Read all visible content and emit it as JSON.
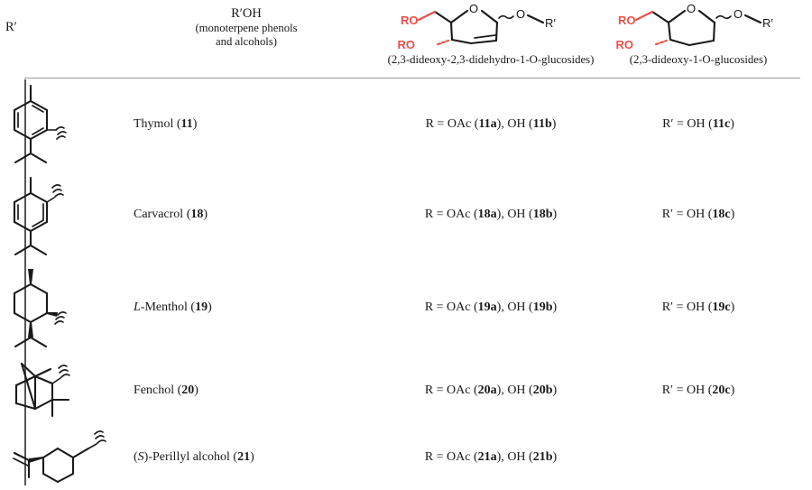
{
  "table": {
    "columns": [
      {
        "key": "r_prime",
        "label": "R′"
      },
      {
        "key": "roh",
        "title": "R′OH",
        "sub_line1": "(monoterpene phenols",
        "sub_line2": "and alcohols)"
      },
      {
        "key": "glycal",
        "caption": "(2,3-dideoxy-2,3-didehydro-1-O-glucosides)",
        "structure": "glycal-pyranose-with-double-bond"
      },
      {
        "key": "saturated",
        "caption": "(2,3-dideoxy-1-O-glucosides)",
        "structure": "saturated-pyranose"
      }
    ],
    "header_structure_labels": {
      "ro_upper": "RO",
      "ro_lower": "RO",
      "ring_oxygen": "O",
      "anomeric_oxygen": "O",
      "r_prime": "R′"
    },
    "rows": [
      {
        "structure": "thymol-skeleton",
        "name": "Thymol (11)",
        "name_plain": "Thymol",
        "name_number": "11",
        "col3": "R = OAc (11a), OH (11b)",
        "col4": "R′ = OH (11c)"
      },
      {
        "structure": "carvacrol-skeleton",
        "name": "Carvacrol (18)",
        "name_plain": "Carvacrol",
        "name_number": "18",
        "col3": "R = OAc (18a), OH (18b)",
        "col4": "R′ = OH (18c)"
      },
      {
        "structure": "l-menthol-skeleton",
        "name": "L-Menthol (19)",
        "name_plain": "L-Menthol",
        "name_number": "19",
        "col3": "R = OAc (19a), OH (19b)",
        "col4": "R′ = OH (19c)"
      },
      {
        "structure": "fenchol-skeleton",
        "name": "Fenchol (20)",
        "name_plain": "Fenchol",
        "name_number": "20",
        "col3": "R = OAc (20a), OH (20b)",
        "col4": "R′ = OH (20c)"
      },
      {
        "structure": "perillyl-alcohol-skeleton",
        "name": "(S)-Perillyl alcohol (21)",
        "name_plain": "(S)-Perillyl alcohol",
        "name_number": "21",
        "col3": "R = OAc (21a), OH (21b)",
        "col4": ""
      }
    ]
  },
  "colors": {
    "text": "#1a1a1a",
    "bond": "#1a1a1a",
    "heteroatom_red": "#ef4f48",
    "rule": "#9a9a9a",
    "background": "#ffffff"
  }
}
